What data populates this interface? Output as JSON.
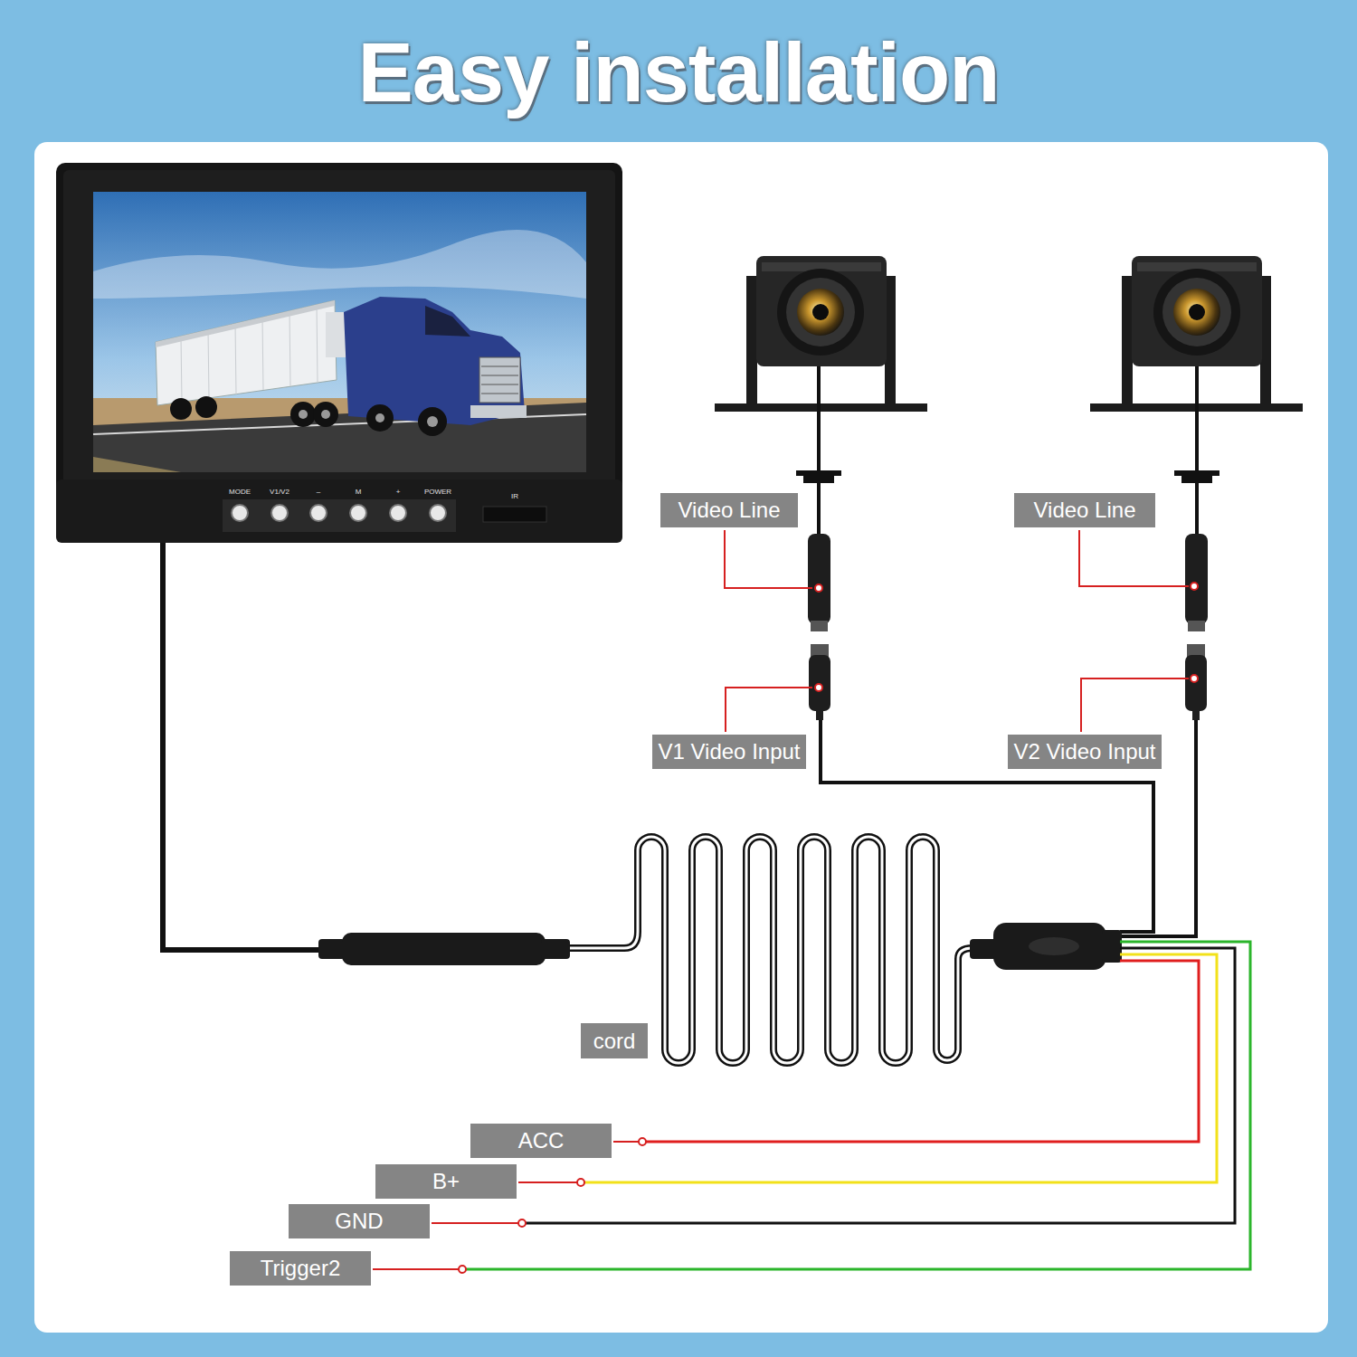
{
  "diagram": {
    "title": "Easy installation",
    "nodes": [
      {
        "text": [
          "Video Line"
        ]
      },
      {
        "text": [
          "Video Line"
        ]
      },
      {
        "text": [
          "V1 Video Input"
        ]
      },
      {
        "text": [
          "V2 Video Input"
        ]
      },
      {
        "text": [
          "cord"
        ]
      },
      {
        "text": [
          "ACC"
        ]
      },
      {
        "text": [
          "B+"
        ]
      },
      {
        "text": [
          "GND"
        ]
      },
      {
        "text": [
          "Trigger2"
        ]
      }
    ],
    "labels": [
      "MODE",
      "V1/V2",
      "–",
      "M",
      "+",
      "POWER",
      "IR"
    ]
  }
}
